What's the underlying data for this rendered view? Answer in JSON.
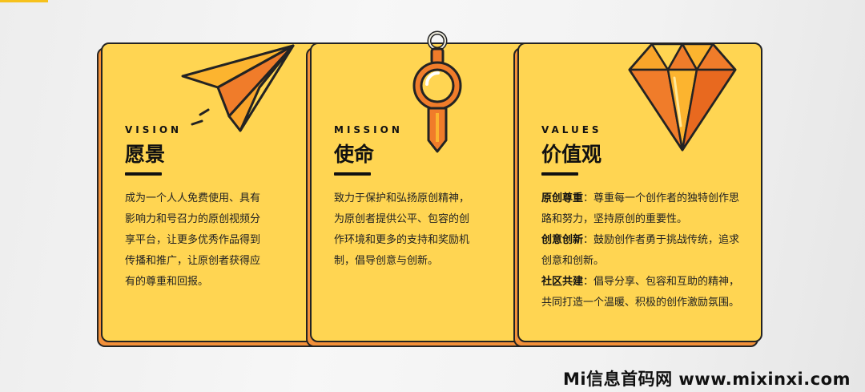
{
  "cards": {
    "vision": {
      "label": "VISION",
      "title": "愿景",
      "text": "成为一个人人免费使用、具有影响力和号召力的原创视频分享平台，让更多优秀作品得到传播和推广，让原创者获得应有的尊重和回报。",
      "icon": "paper-plane-icon"
    },
    "mission": {
      "label": "MISSION",
      "title": "使命",
      "text": "致力于保护和弘扬原创精神，为原创者提供公平、包容的创作环境和更多的支持和奖励机制，倡导创意与创新。",
      "icon": "magnifier-pendant-icon"
    },
    "values": {
      "label": "VALUES",
      "title": "价值观",
      "icon": "diamond-icon",
      "items": [
        {
          "key": "原创尊重",
          "sep": "：",
          "text": "尊重每一个创作者的独特创作思路和努力，坚持原创的重要性。"
        },
        {
          "key": "创意创新",
          "sep": "：",
          "text": "鼓励创作者勇于挑战传统，追求创意和创新。"
        },
        {
          "key": "社区共建",
          "sep": "：",
          "text": "倡导分享、包容和互助的精神，共同打造一个温暖、积极的创作激励氛围。"
        }
      ]
    }
  },
  "watermark": "Mi信息首码网 www.mixinxi.com",
  "colors": {
    "card": "#ffd552",
    "shadow": "#f2903a",
    "border": "#232323",
    "accent": "#f6c11c"
  }
}
